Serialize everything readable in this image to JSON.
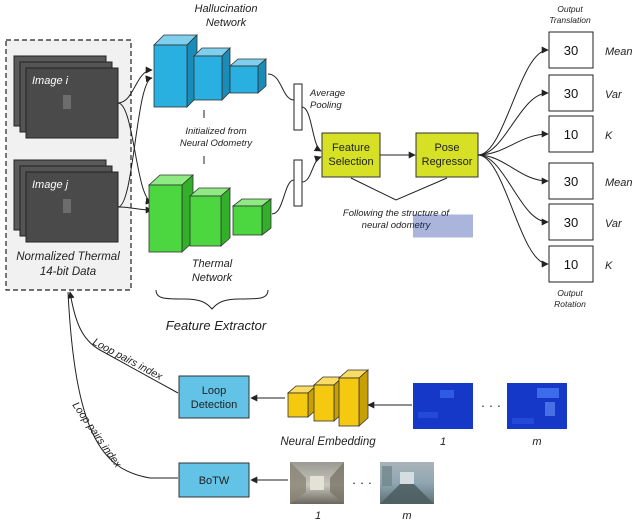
{
  "colors": {
    "hallucination": "#29b0e0",
    "thermal": "#4cd640",
    "module_yellow": "#d6e024",
    "detection_blue": "#62c3e6",
    "embedding_yellow": "#f5c90f",
    "input_panel_bg": "#f1f1f1",
    "thermal_image": "#4a4a4a",
    "heatmap": "#1538c8"
  },
  "input_panel": {
    "image_i_label": "Image i",
    "image_j_label": "Image j",
    "caption_line1": "Normalized Thermal",
    "caption_line2": "14-bit Data"
  },
  "hallucination_network": {
    "line1": "Hallucination",
    "line2": "Network"
  },
  "thermal_network": {
    "line1": "Thermal",
    "line2": "Network"
  },
  "initialized_note": {
    "line1": "Initialized from",
    "line2": "Neural Odometry"
  },
  "average_pooling": {
    "line1": "Average",
    "line2": "Pooling"
  },
  "feature_selection": {
    "line1": "Feature",
    "line2": "Selection"
  },
  "pose_regressor": {
    "line1": "Pose",
    "line2": "Regressor"
  },
  "following_note": {
    "line1": "Following the structure of",
    "line2": "neural odometry"
  },
  "feature_extractor_label": "Feature Extractor",
  "output_translation": {
    "line1": "Output",
    "line2": "Translation"
  },
  "output_rotation": {
    "line1": "Output",
    "line2": "Rotation"
  },
  "outputs": [
    {
      "value": "30",
      "label": "Mean"
    },
    {
      "value": "30",
      "label": "Var"
    },
    {
      "value": "10",
      "label": "K"
    },
    {
      "value": "30",
      "label": "Mean"
    },
    {
      "value": "30",
      "label": "Var"
    },
    {
      "value": "10",
      "label": "K"
    }
  ],
  "loop_detection": {
    "line1": "Loop",
    "line2": "Detection"
  },
  "botw_label": "BoTW",
  "neural_embedding_label": "Neural Embedding",
  "loop_pairs_upper": "Loop pairs index",
  "loop_pairs_lower": "Loop pairs index",
  "thermal_seq": {
    "first": "1",
    "last": "m",
    "ellipsis": "· · ·"
  },
  "rgb_seq": {
    "first": "1",
    "last": "m",
    "ellipsis": "· · ·"
  }
}
